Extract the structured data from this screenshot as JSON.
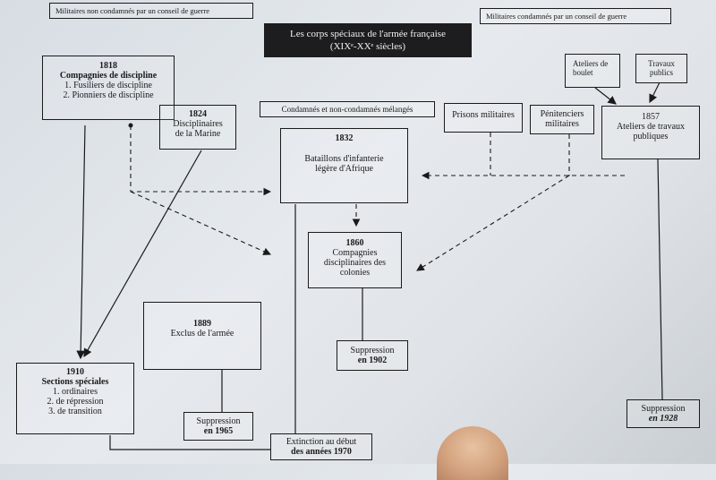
{
  "header_left": "Militaires non condamnés par un conseil de guerre",
  "header_right": "Militaires condamnés par un conseil de guerre",
  "title_line1": "Les corps spéciaux de l'armée française",
  "title_line2": "(XIXᵉ-XXᵉ siècles)",
  "mixed_label": "Condamnés et non-condamnés mélangés",
  "boxes": {
    "b1818": {
      "year": "1818",
      "name": "Compagnies de discipline",
      "l1": "1. Fusiliers de discipline",
      "l2": "2. Pionniers de discipline"
    },
    "b1824": {
      "year": "1824",
      "l1": "Disciplinaires",
      "l2": "de la Marine"
    },
    "b1832": {
      "year": "1832",
      "l1": "Bataillons d'infanterie",
      "l2": "légère d'Afrique"
    },
    "b1860": {
      "year": "1860",
      "l1": "Compagnies",
      "l2": "disciplinaires des",
      "l3": "colonies"
    },
    "b1857": {
      "year": "1857",
      "l1": "Ateliers de travaux",
      "l2": "publiques"
    },
    "b1889": {
      "year": "1889",
      "l1": "Exclus de l'armée"
    },
    "b1910": {
      "year": "1910",
      "name": "Sections spéciales",
      "l1": "1. ordinaires",
      "l2": "2. de répression",
      "l3": "3. de transition"
    },
    "prisons": "Prisons militaires",
    "penit1": "Pénitenciers",
    "penit2": "militaires",
    "boulet1": "Ateliers de",
    "boulet2": "boulet",
    "travaux1": "Travaux",
    "travaux2": "publics",
    "s1902a": "Suppression",
    "s1902b": "en 1902",
    "s1965a": "Suppression",
    "s1965b": "en 1965",
    "s1928a": "Suppression",
    "s1928b": "en 1928",
    "ext1": "Extinction au début",
    "ext2": "des années 1970"
  }
}
